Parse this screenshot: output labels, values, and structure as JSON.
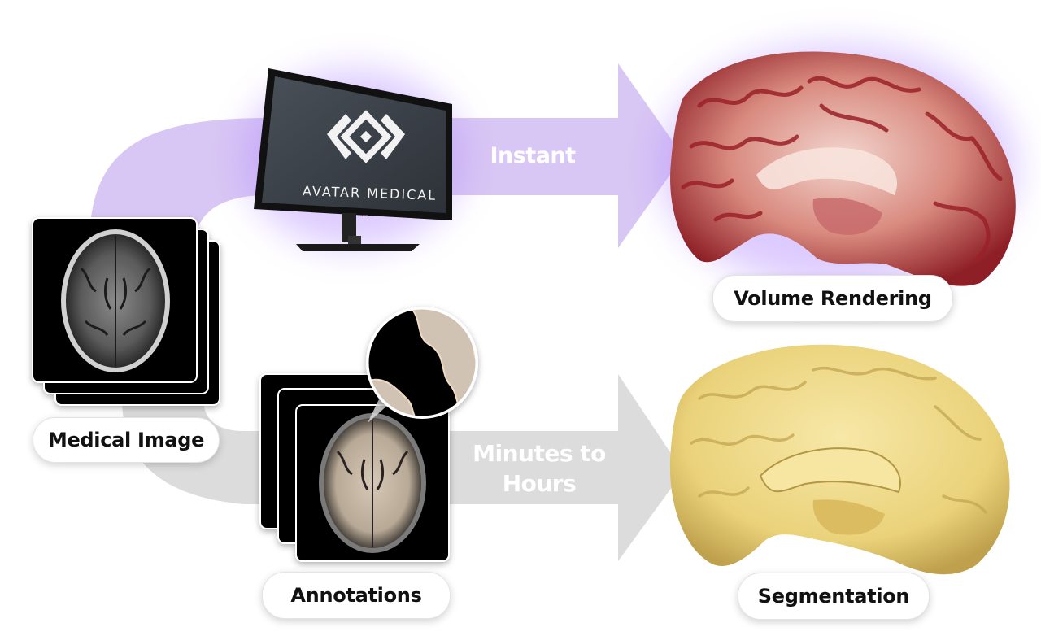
{
  "colors": {
    "instant_flow": "#d8c6f4",
    "slow_flow": "#dcdcdc",
    "glow": "#b48cff",
    "brain_red": "#b3363c",
    "segmentation_gold": "#ead27a"
  },
  "flows": {
    "instant_label": "Instant",
    "slow_label_line1": "Minutes to",
    "slow_label_line2": "Hours"
  },
  "monitor": {
    "brand_name": "AVATAR MEDICAL",
    "logo_icon": "avatar-medical-logo-icon"
  },
  "labels": {
    "medical_image": "Medical Image",
    "annotations": "Annotations",
    "volume_rendering": "Volume Rendering",
    "segmentation": "Segmentation"
  }
}
